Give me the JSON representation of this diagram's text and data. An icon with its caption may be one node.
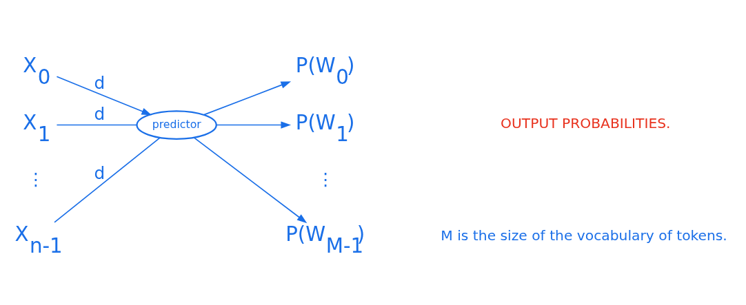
{
  "diagram": {
    "nodes": [
      {
        "text": [
          "X$_{0}$"
        ]
      },
      {
        "text": [
          "X$_{1}$"
        ]
      },
      {
        "text": [
          "X$_{n-1}$"
        ]
      },
      {
        "text": [
          "predictor"
        ]
      },
      {
        "text": [
          "P(W$_{0}$)"
        ]
      },
      {
        "text": [
          "P(W$_{1}$)"
        ]
      },
      {
        "text": [
          "P(W$_{M-1}$)"
        ]
      }
    ],
    "edges": [
      {
        "from": 0,
        "to": 3,
        "arrow": "to",
        "label": "d"
      },
      {
        "from": 1,
        "to": 3,
        "arrow": "none",
        "label": "d"
      },
      {
        "from": 2,
        "to": 3,
        "arrow": "none",
        "label": "d"
      },
      {
        "from": 3,
        "to": 4,
        "arrow": "to"
      },
      {
        "from": 3,
        "to": 5,
        "arrow": "to"
      },
      {
        "from": 3,
        "to": 6,
        "arrow": "to"
      }
    ],
    "labels": [
      "⋮",
      "⋮",
      "OUTPUT PROBABILITIES.",
      "M is the size of the vocabulary of tokens."
    ]
  }
}
